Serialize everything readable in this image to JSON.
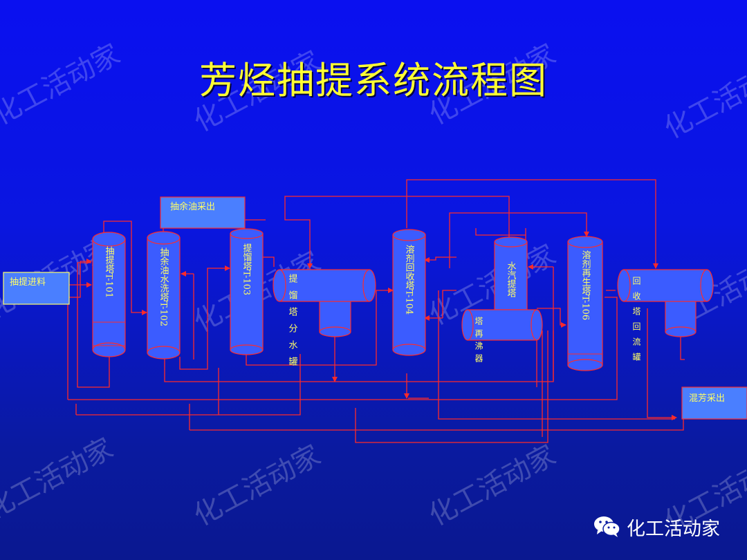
{
  "title": "芳烃抽提系统流程图",
  "watermark": "化工活动家",
  "logo_text": "化工活动家",
  "boxes": {
    "feed": "抽提进料",
    "raffinate": "抽余油采出",
    "mixed_aromatics": "混芳采出"
  },
  "equipment": {
    "t101": "抽提塔T-101",
    "t102": "抽余油水洗塔T-102",
    "t103": "提馏塔T-103",
    "stripper_drum": "提馏塔分水罐",
    "t104": "溶剂回收塔T-104",
    "water_stripper": "水汽提塔",
    "reboiler": "塔再沸器",
    "t106": "溶剂再生塔T-106",
    "reflux_drum": "回收塔回流罐"
  },
  "colors": {
    "vessel_fill": "#3b5cff",
    "vessel_stroke": "#ff2a2a",
    "line": "#ff2a2a",
    "box_fill": "#4a7fff",
    "box_stroke": "#ff2a2a",
    "feed_stroke": "#ffff66",
    "label": "#ffff66"
  }
}
